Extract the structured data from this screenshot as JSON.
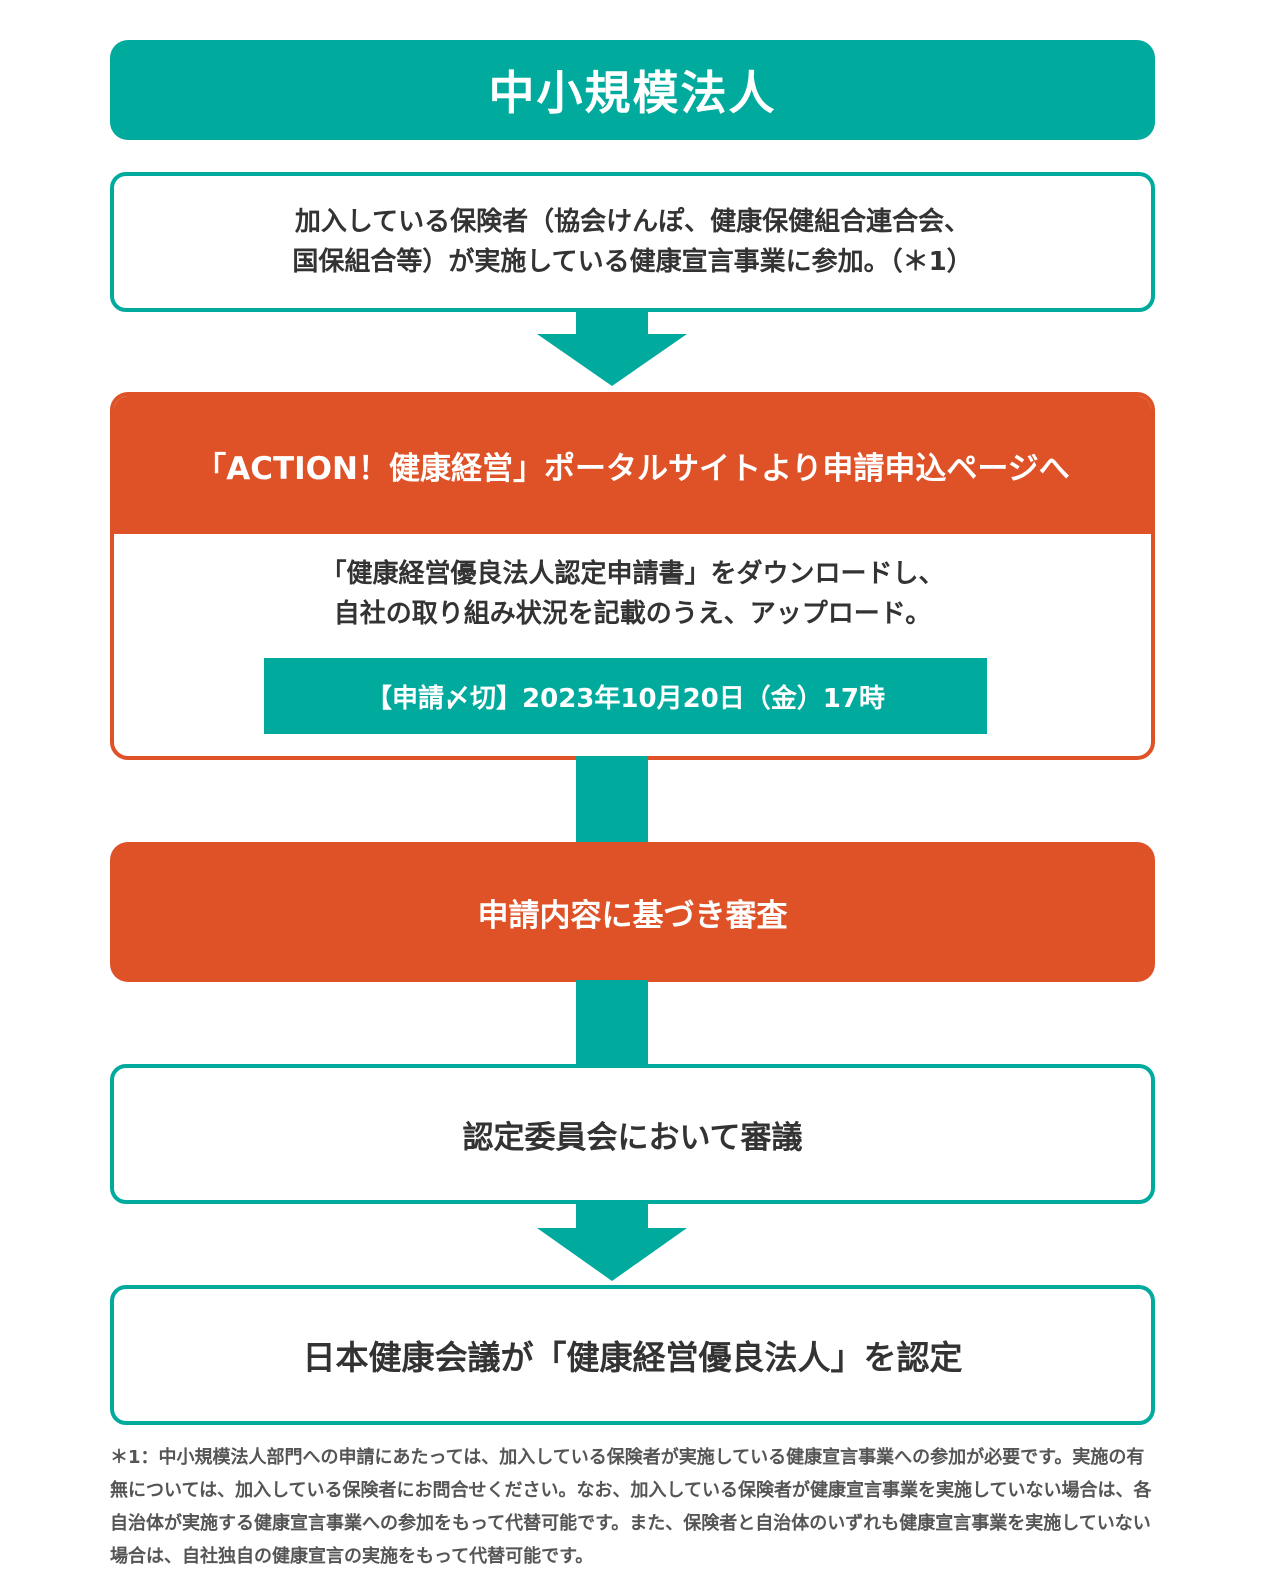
{
  "header": {
    "title": "中小規模法人"
  },
  "step1": {
    "line1": "加入している保険者（協会けんぽ、健康保健組合連合会、",
    "line2": "国保組合等）が実施している健康宣言事業に参加。（＊1）"
  },
  "step2": {
    "heading": "「ACTION！健康経営」ポータルサイトより申請申込ページへ",
    "line1": "「健康経営優良法人認定申請書」をダウンロードし、",
    "line2": "自社の取り組み状況を記載のうえ、アップロード。",
    "deadline": "【申請〆切】2023年10月20日（金）17時"
  },
  "step3": {
    "label": "申請内容に基づき審査"
  },
  "step4": {
    "label": "認定委員会において審議"
  },
  "step5": {
    "label": "日本健康会議が「健康経営優良法人」を認定"
  },
  "footnote": {
    "text": "＊1：中小規模法人部門への申請にあたっては、加入している保険者が実施している健康宣言事業への参加が必要です。実施の有無については、加入している保険者にお問合せください。なお、加入している保険者が健康宣言事業を実施していない場合は、各自治体が実施する健康宣言事業への参加をもって代替可能です。また、保険者と自治体のいずれも健康宣言事業を実施していない場合は、自社独自の健康宣言の実施をもって代替可能です。"
  },
  "colors": {
    "teal": "#00ab9e",
    "orange": "#df5227"
  }
}
